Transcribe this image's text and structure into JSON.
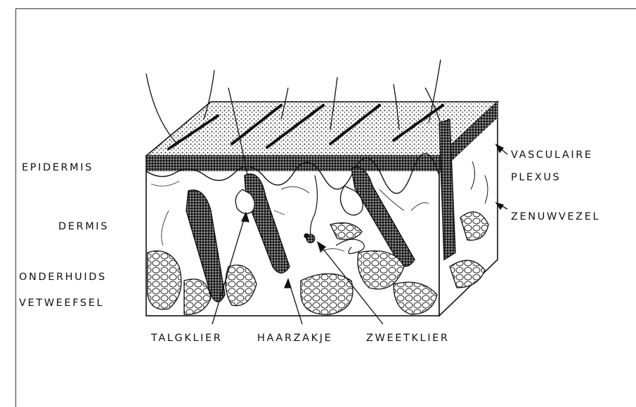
{
  "labels": {
    "epidermis": "EPIDERMIS",
    "dermis": "DERMIS",
    "subcutis_line1": "ONDERHUIDS",
    "subcutis_line2": "VETWEEFSEL",
    "talgklier": "TALGKLIER",
    "haarzakje": "HAARZAKJE",
    "zweetklier": "ZWEETKLIER",
    "vascular_line1": "VASCULAIRE",
    "vascular_line2": "PLEXUS",
    "zenuwvezel": "ZENUWVEZEL"
  },
  "colors": {
    "ink": "#111111",
    "background": "#ffffff"
  }
}
